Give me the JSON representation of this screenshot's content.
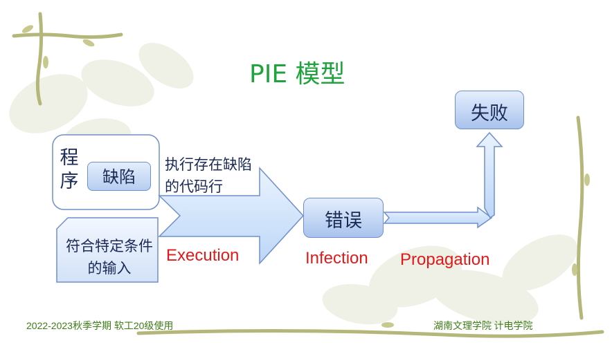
{
  "title": "PIE 模型",
  "program_label": "程序",
  "defect_label": "缺陷",
  "exec_text": "执行存在缺陷的代码行",
  "input_text": "符合特定条件的输入",
  "error_label": "错误",
  "failure_label": "失败",
  "stage_labels": {
    "execution": "Execution",
    "infection": "Infection",
    "propagation": "Propagation"
  },
  "footer": {
    "left": "2022-2023秋季学期 软工20级使用",
    "right": "湖南文理学院 计电学院"
  },
  "colors": {
    "title": "#1fa33c",
    "stage_label": "#e01a1a",
    "box_text": "#1a2a55",
    "box_border": "#6f8fc8",
    "arrow_fill": "#cfe2fb",
    "footer": "#3e7d16"
  }
}
